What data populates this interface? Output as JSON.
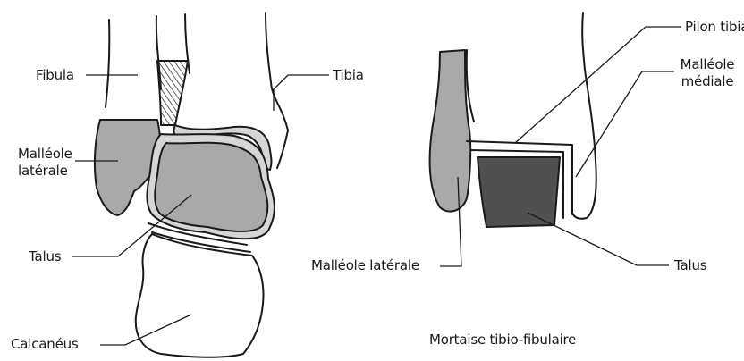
{
  "left_figure": {
    "labels": {
      "fibula": "Fibula",
      "tibia": "Tibia",
      "malleole_laterale_line1": "Malléole",
      "malleole_laterale_line2": "latérale",
      "talus": "Talus",
      "calcaneus": "Calcanéus"
    }
  },
  "right_figure": {
    "labels": {
      "pilon_tibial": "Pilon tibial",
      "malleole_mediale_line1": "Malléole",
      "malleole_mediale_line2": "médiale",
      "malleole_laterale": "Malléole latérale",
      "talus": "Talus"
    },
    "caption": "Mortaise tibio-fibulaire"
  },
  "colors": {
    "ink": "#1a1a1a",
    "bone_gray": "#a9a9a9",
    "talus_dark": "#505050",
    "background": "#ffffff"
  }
}
